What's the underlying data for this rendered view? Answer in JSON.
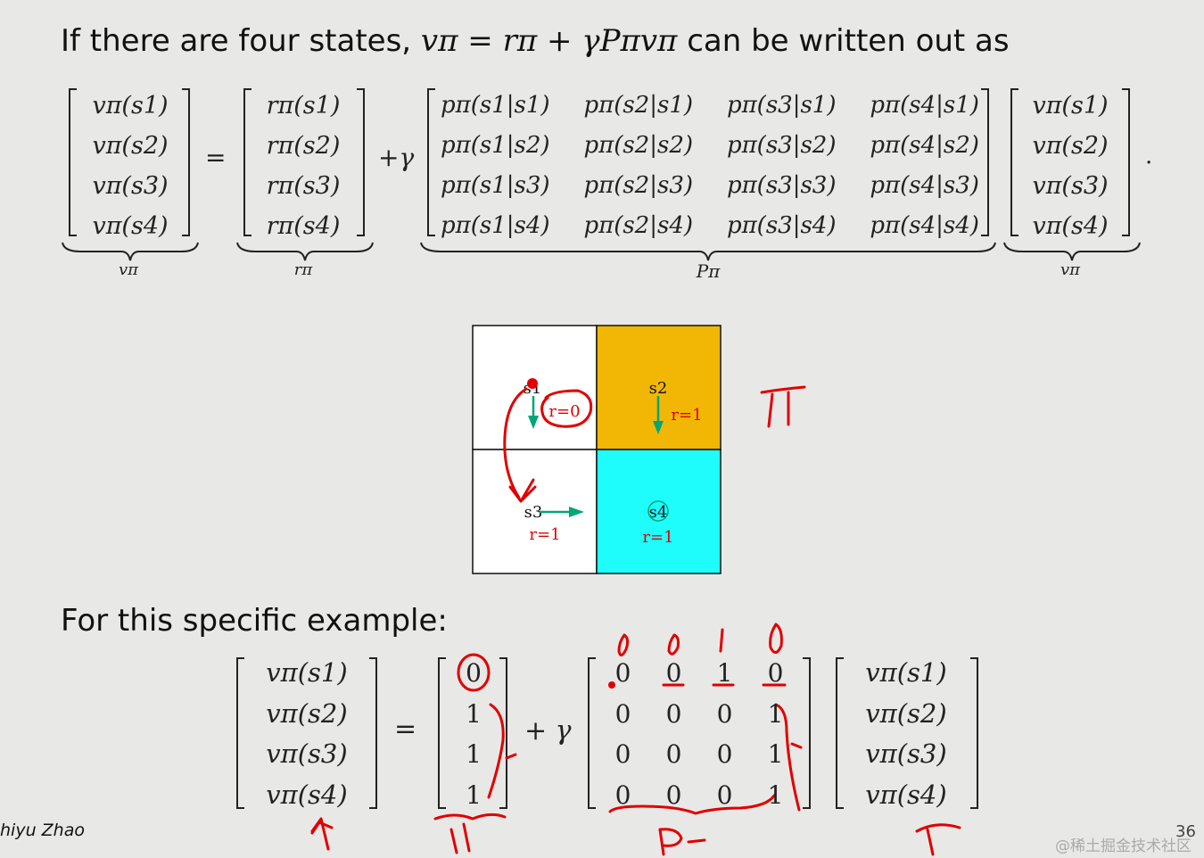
{
  "slide": {
    "title_prefix": "If there are four states,",
    "title_equation": "vπ = rπ + γPπvπ",
    "title_suffix": "can be written out as",
    "subtitle": "For this specific example:",
    "author": "hiyu Zhao",
    "page_number": "36",
    "watermark": "@稀土掘金技术社区"
  },
  "general_equation": {
    "v_entries": [
      "vπ(s1)",
      "vπ(s2)",
      "vπ(s3)",
      "vπ(s4)"
    ],
    "r_entries": [
      "rπ(s1)",
      "rπ(s2)",
      "rπ(s3)",
      "rπ(s4)"
    ],
    "equals": "=",
    "plus_gamma": "+γ",
    "P_rows": [
      [
        "pπ(s1|s1)",
        "pπ(s2|s1)",
        "pπ(s3|s1)",
        "pπ(s4|s1)"
      ],
      [
        "pπ(s1|s2)",
        "pπ(s2|s2)",
        "pπ(s3|s2)",
        "pπ(s4|s2)"
      ],
      [
        "pπ(s1|s3)",
        "pπ(s2|s3)",
        "pπ(s3|s3)",
        "pπ(s4|s3)"
      ],
      [
        "pπ(s1|s4)",
        "pπ(s2|s4)",
        "pπ(s3|s4)",
        "pπ(s4|s4)"
      ]
    ],
    "period": ".",
    "brace_labels": [
      "vπ",
      "rπ",
      "Pπ",
      "vπ"
    ]
  },
  "grid": {
    "cells": [
      {
        "label": "s1",
        "reward": "r=0",
        "color": "#ffffff",
        "action": "down"
      },
      {
        "label": "s2",
        "reward": "r=1",
        "color": "#f2b705",
        "action": "down"
      },
      {
        "label": "s3",
        "reward": "r=1",
        "color": "#ffffff",
        "action": "right"
      },
      {
        "label": "s4",
        "reward": "r=1",
        "color": "#1efcfc",
        "action": "stay"
      }
    ],
    "arrow_color": "#00a676",
    "reward_color": "#e00000"
  },
  "specific_equation": {
    "v_entries": [
      "vπ(s1)",
      "vπ(s2)",
      "vπ(s3)",
      "vπ(s4)"
    ],
    "r_values": [
      "0",
      "1",
      "1",
      "1"
    ],
    "plus_gamma": "+ γ",
    "P_rows": [
      [
        "0",
        "0",
        "1",
        "0"
      ],
      [
        "0",
        "0",
        "0",
        "1"
      ],
      [
        "0",
        "0",
        "0",
        "1"
      ],
      [
        "0",
        "0",
        "0",
        "1"
      ]
    ],
    "equals": "="
  },
  "annotations": {
    "pi_symbol": "π",
    "column_marks": [
      "0",
      "0",
      "1",
      "0"
    ],
    "label_r": "rπ",
    "label_P": "Pπ",
    "ink_color": "#e00000"
  }
}
